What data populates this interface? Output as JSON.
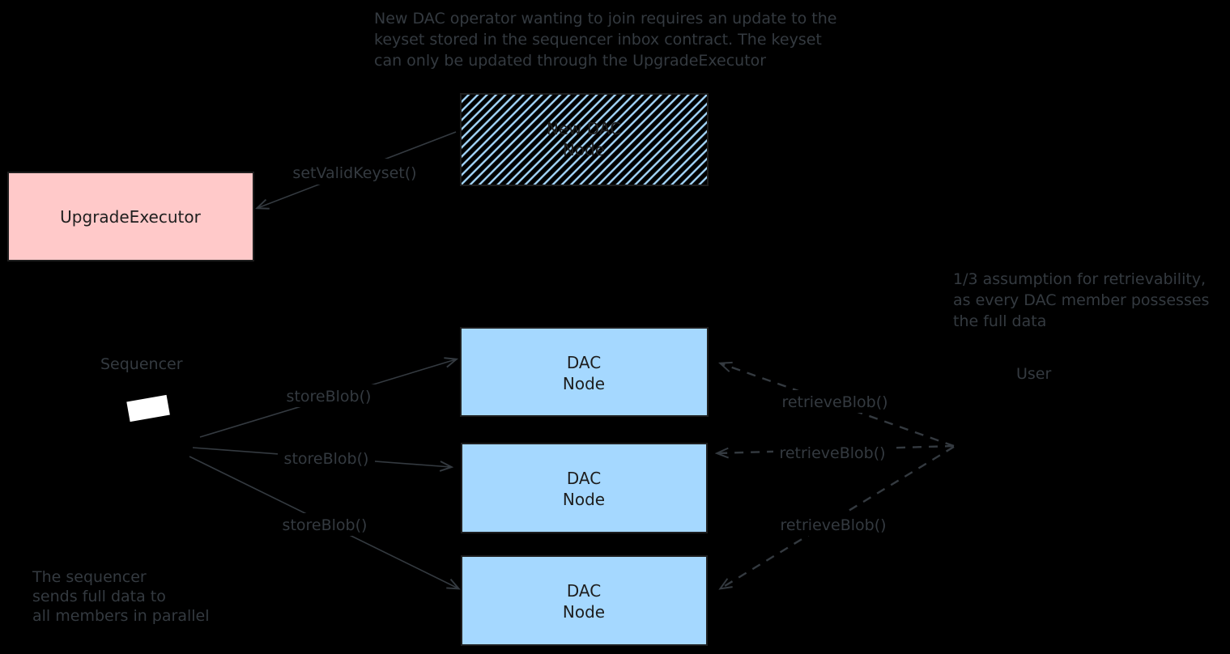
{
  "diagram": {
    "colors": {
      "background": "#000000",
      "stroke": "#343a40",
      "box_stroke": "#1e1e1e",
      "box_text": "#1e1e1e",
      "pink": "#ffc9c9",
      "blue": "#a5d8ff",
      "white": "#ffffff"
    },
    "top_note": {
      "lines": [
        "New DAC operator wanting to join requires an update to the",
        "keyset stored in the sequencer inbox contract. The keyset",
        "can only be updated through the UpgradeExecutor"
      ]
    },
    "new_dac_node": {
      "line1": "New DAC",
      "line2": "Node"
    },
    "upgrade_executor": {
      "label": "UpgradeExecutor"
    },
    "dac_node": {
      "line1": "DAC",
      "line2": "Node"
    },
    "sequencer_label": "Sequencer",
    "user_label": "User",
    "edge_labels": {
      "set_valid_keyset": "setValidKeyset()",
      "store_blob": "storeBlob()",
      "retrieve_blob": "retrieveBlob()"
    },
    "retrievability_note": {
      "lines": [
        "1/3 assumption for retrievability,",
        "as every DAC member possesses",
        "the full data"
      ]
    },
    "sequencer_note": {
      "lines": [
        "The sequencer",
        "sends full data to",
        "all members in parallel"
      ]
    }
  }
}
